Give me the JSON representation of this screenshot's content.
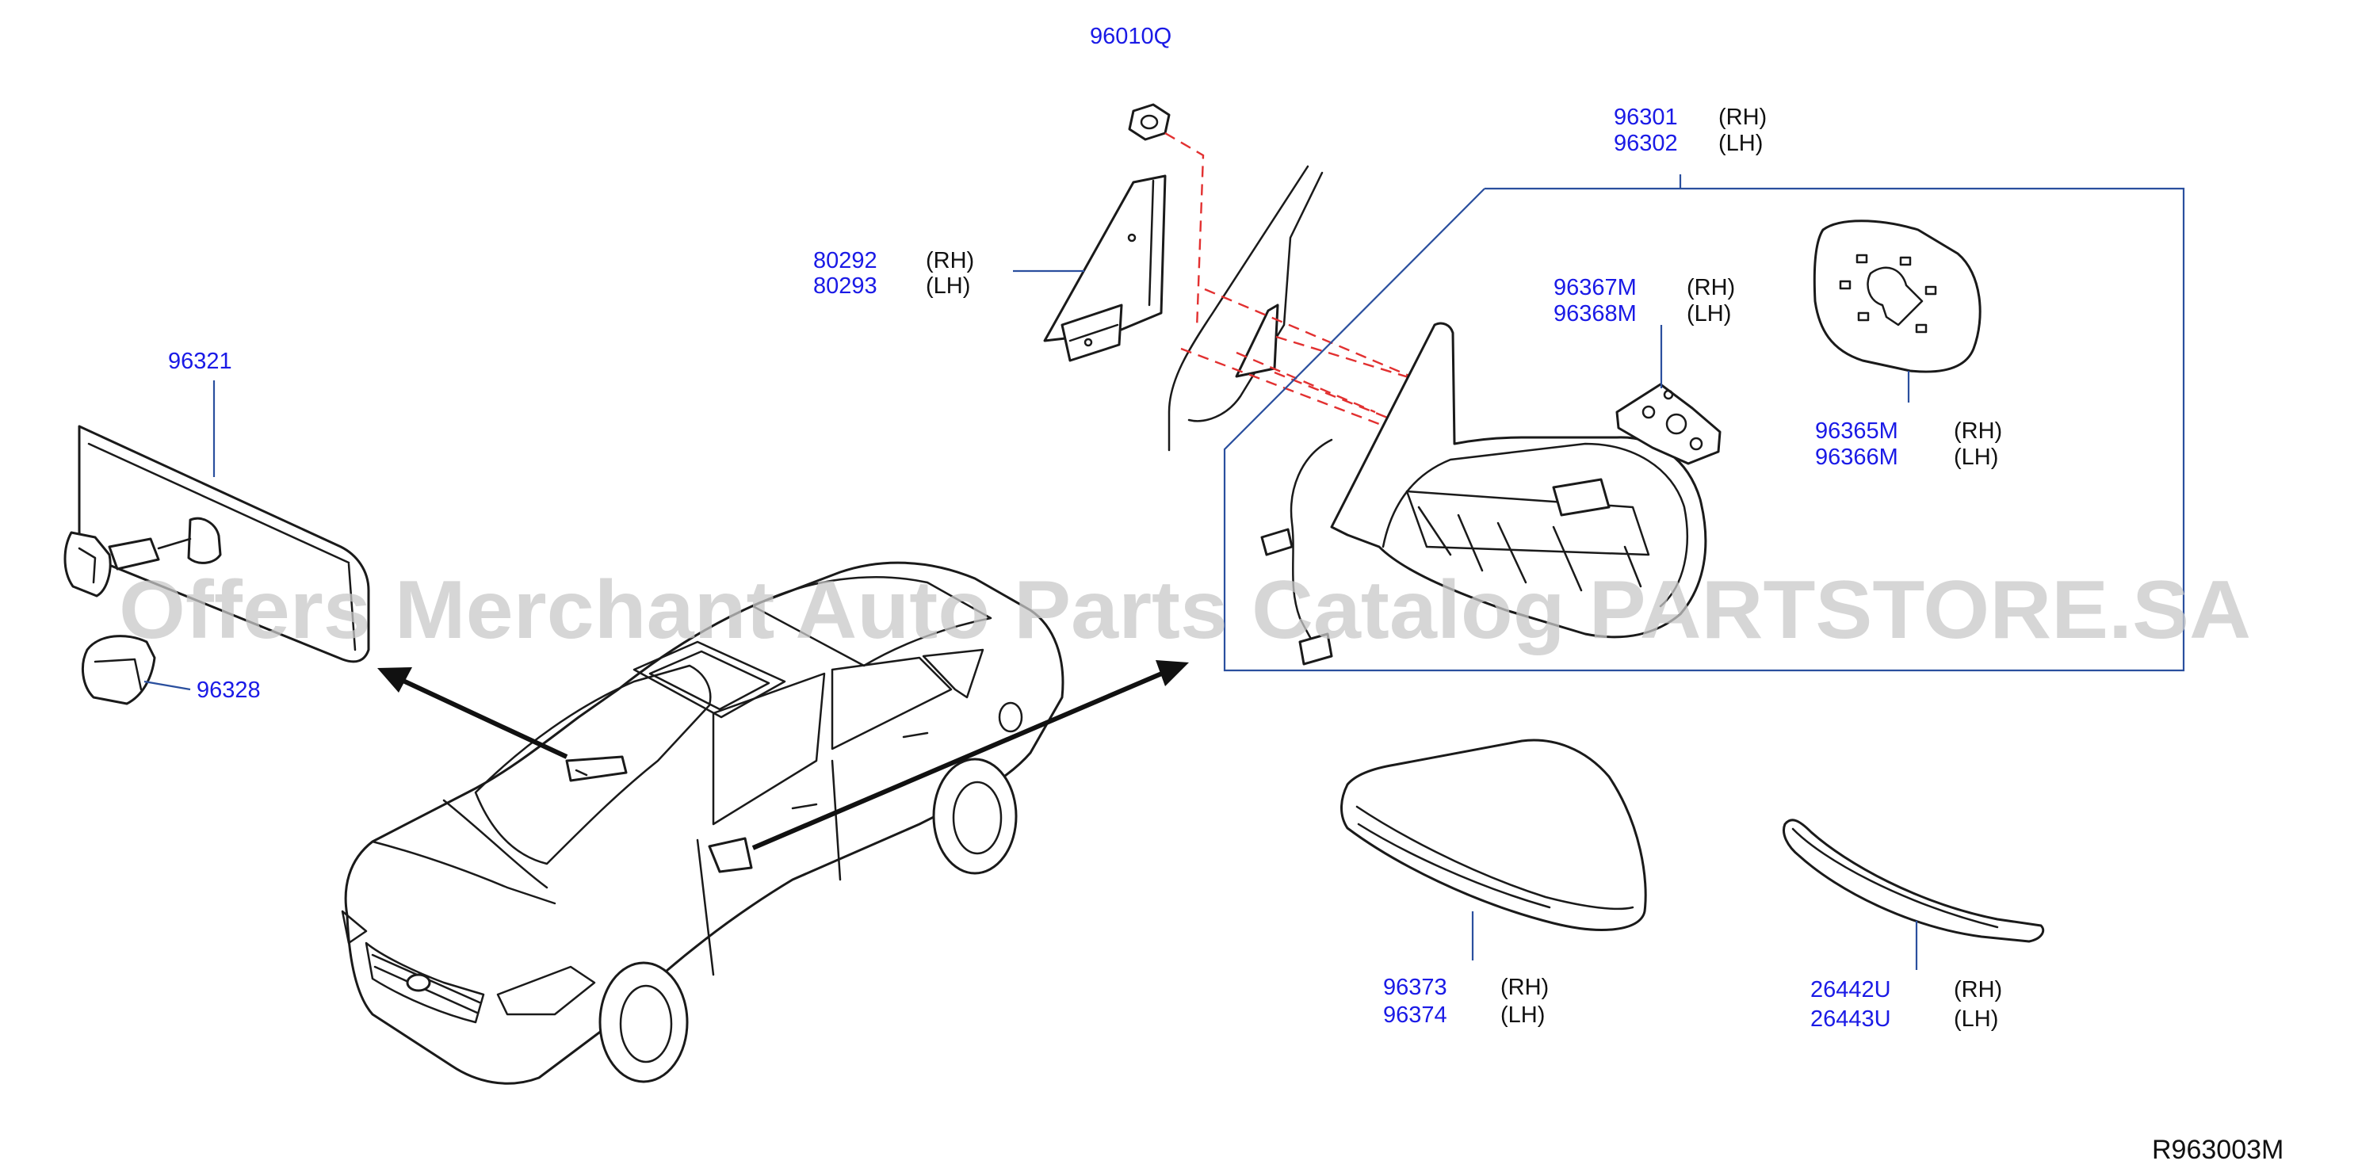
{
  "watermark": "Offers Merchant Auto Parts Catalog PARTSTORE.SA",
  "reference_code": "R963003M",
  "callouts": {
    "nut": {
      "part": "96010Q"
    },
    "cover": {
      "rh": "80292",
      "lh": "80293",
      "rh_tag": "(RH)",
      "lh_tag": "(LH)"
    },
    "door_mirror": {
      "rh": "96301",
      "lh": "96302",
      "rh_tag": "(RH)",
      "lh_tag": "(LH)"
    },
    "actuator": {
      "rh": "96367M",
      "lh": "96368M",
      "rh_tag": "(RH)",
      "lh_tag": "(LH)"
    },
    "glass": {
      "rh": "96365M",
      "lh": "96366M",
      "rh_tag": "(RH)",
      "lh_tag": "(LH)"
    },
    "inside_mirror": {
      "part": "96321"
    },
    "inside_mirror_cover": {
      "part": "96328"
    },
    "mirror_cap": {
      "rh": "96373",
      "lh": "96374",
      "rh_tag": "(RH)",
      "lh_tag": "(LH)"
    },
    "turn_lamp": {
      "rh": "26442U",
      "lh": "26443U",
      "rh_tag": "(RH)",
      "lh_tag": "(LH)"
    }
  },
  "colors": {
    "part_number": "#1a1ae6",
    "leader_line": "#2a4f9e",
    "dash_line": "#e23030",
    "outline": "#1a1a1a"
  }
}
